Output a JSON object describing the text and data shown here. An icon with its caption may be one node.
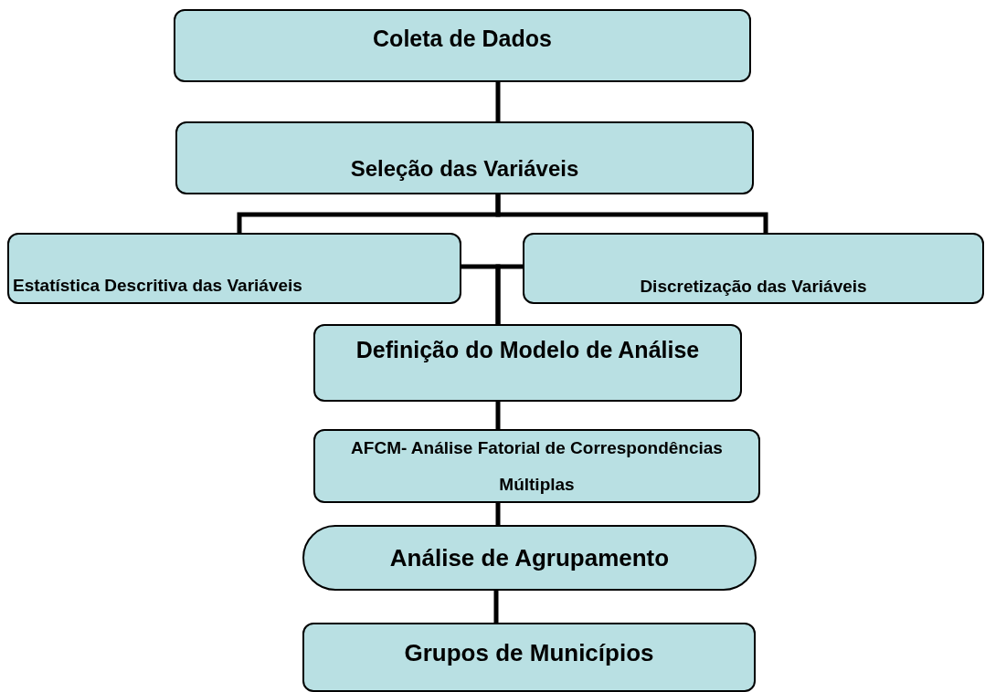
{
  "diagram": {
    "nodes": [
      {
        "text": [
          "Coleta de Dados"
        ]
      },
      {
        "text": [
          "Seleção das Variáveis"
        ]
      },
      {
        "text": [
          "Estatística Descritiva das Variáveis"
        ]
      },
      {
        "text": [
          "Discretização das Variáveis"
        ]
      },
      {
        "text": [
          "Definição do Modelo de Análise"
        ]
      },
      {
        "text": [
          "AFCM- Análise Fatorial de Correspondências Múltiplas"
        ]
      },
      {
        "text": [
          "Análise de Agrupamento"
        ]
      },
      {
        "text": [
          "Grupos de Municípios"
        ]
      }
    ],
    "edges": [
      {
        "from": 0,
        "to": 1,
        "arrow": "none"
      },
      {
        "from": 1,
        "to": 2,
        "arrow": "none"
      },
      {
        "from": 1,
        "to": 3,
        "arrow": "none"
      },
      {
        "from": 2,
        "to": 4,
        "arrow": "none"
      },
      {
        "from": 3,
        "to": 4,
        "arrow": "none"
      },
      {
        "from": 4,
        "to": 5,
        "arrow": "none"
      },
      {
        "from": 5,
        "to": 6,
        "arrow": "none"
      },
      {
        "from": 6,
        "to": 7,
        "arrow": "none"
      }
    ]
  }
}
